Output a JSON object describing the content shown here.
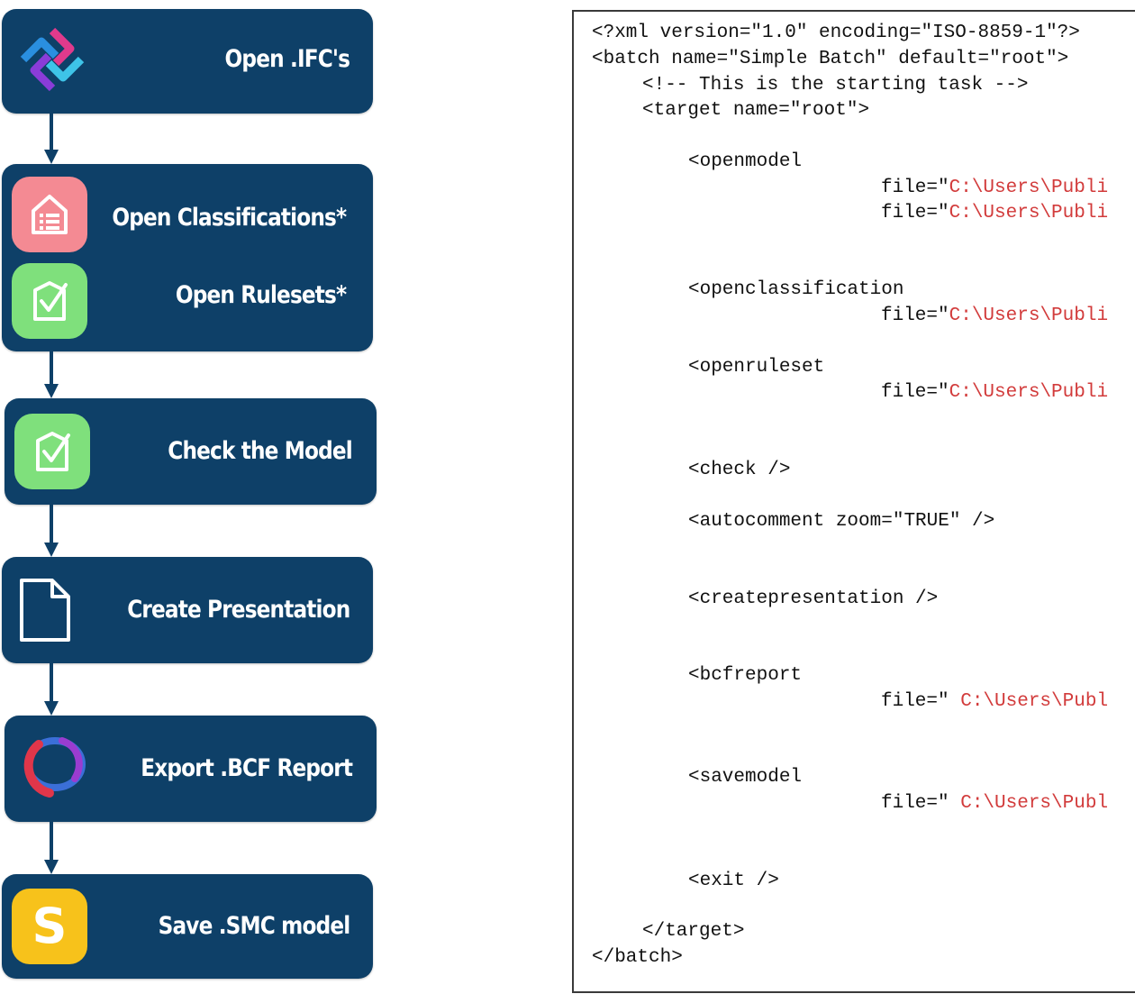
{
  "colors": {
    "box": "#0e4068",
    "arrow": "#0e4068",
    "classification_tile": "#f48a93",
    "ruleset_tile": "#7fe07c",
    "save_tile": "#f7c21b",
    "path_text": "#d23b3b"
  },
  "flow": {
    "open_ifc": {
      "label": "Open .IFC's",
      "icon": "ifc-logo-icon"
    },
    "open_classifications": {
      "label": "Open Classifications*",
      "icon": "classification-list-icon"
    },
    "open_rulesets": {
      "label": "Open Rulesets*",
      "icon": "ruleset-check-icon"
    },
    "check_model": {
      "label": "Check the Model",
      "icon": "check-model-icon"
    },
    "create_presentation": {
      "label": "Create Presentation",
      "icon": "document-icon"
    },
    "export_bcf": {
      "label": "Export .BCF Report",
      "icon": "bcf-logo-icon"
    },
    "save_smc": {
      "label": "Save .SMC model",
      "icon": "solibri-s-icon",
      "icon_letter": "S"
    }
  },
  "code": {
    "xml_decl": "<?xml version=\"1.0\" encoding=\"ISO-8859-1\"?>",
    "batch_open": "<batch name=\"Simple Batch\" default=\"root\">",
    "comment": "<!-- This is the starting task -->",
    "target_open": "<target name=\"root\">",
    "openmodel": "<openmodel",
    "file_attr": "file=\"",
    "path_publi": "C:\\Users\\Publi",
    "openclassification": "<openclassification",
    "openruleset": "<openruleset",
    "check": "<check />",
    "autocomment": "<autocomment zoom=\"TRUE\" />",
    "createpresentation": "<createpresentation />",
    "bcfreport": "<bcfreport",
    "file_attr_space": "file=\" ",
    "path_publ": "C:\\Users\\Publ",
    "savemodel": "<savemodel",
    "exit": "<exit />",
    "target_close": "</target>",
    "batch_close": "</batch>"
  }
}
